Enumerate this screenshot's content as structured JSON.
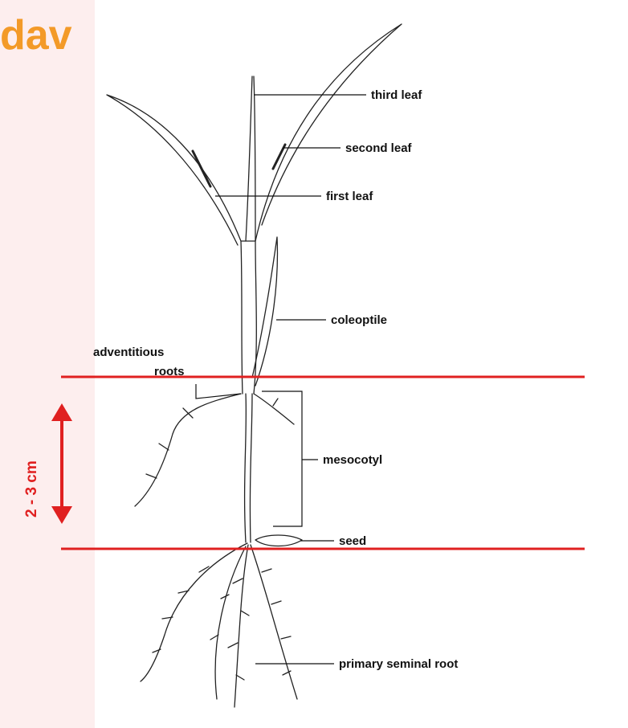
{
  "header": {
    "title_fragment": "dav"
  },
  "labels": {
    "third_leaf": "third leaf",
    "second_leaf": "second leaf",
    "first_leaf": "first leaf",
    "coleoptile": "coleoptile",
    "adventitious_1": "adventitious",
    "adventitious_2": "roots",
    "mesocotyl": "mesocotyl",
    "seed": "seed",
    "primary_seminal_root": "primary seminal root"
  },
  "measurement": {
    "depth_label": "2 - 3 cm"
  },
  "colors": {
    "accent": "#e02020",
    "title": "#f39a28",
    "background": "#fdeeee",
    "ink": "#111111"
  }
}
